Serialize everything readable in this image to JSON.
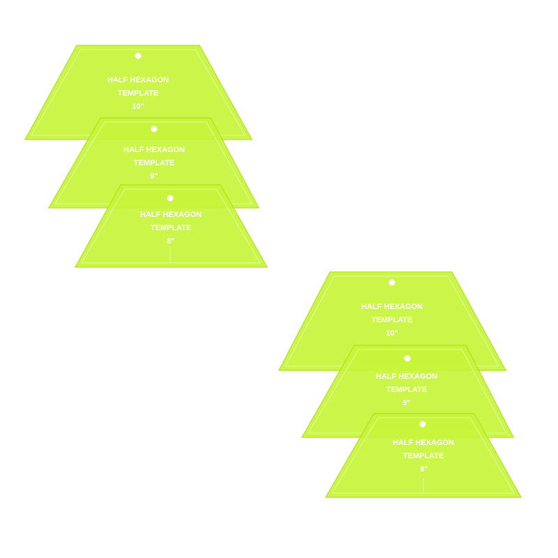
{
  "colors": {
    "background": "#ffffff",
    "acrylic_fill": "#c8f53a",
    "acrylic_edge": "#a8e010",
    "text": "#ffffff"
  },
  "sets": [
    {
      "templates": [
        {
          "line1": "HALF HEXAGON",
          "line2": "TEMPLATE",
          "size": "10\""
        },
        {
          "line1": "HALF HEXAGON",
          "line2": "TEMPLATE",
          "size": "9\""
        },
        {
          "line1": "HALF HEXAGON",
          "line2": "TEMPLATE",
          "size": "8\""
        }
      ]
    },
    {
      "templates": [
        {
          "line1": "HALF HEXAGON",
          "line2": "TEMPLATE",
          "size": "10\""
        },
        {
          "line1": "HALF HEXAGON",
          "line2": "TEMPLATE",
          "size": "9\""
        },
        {
          "line1": "HALF HEXAGON",
          "line2": "TEMPLATE",
          "size": "8\""
        }
      ]
    }
  ]
}
